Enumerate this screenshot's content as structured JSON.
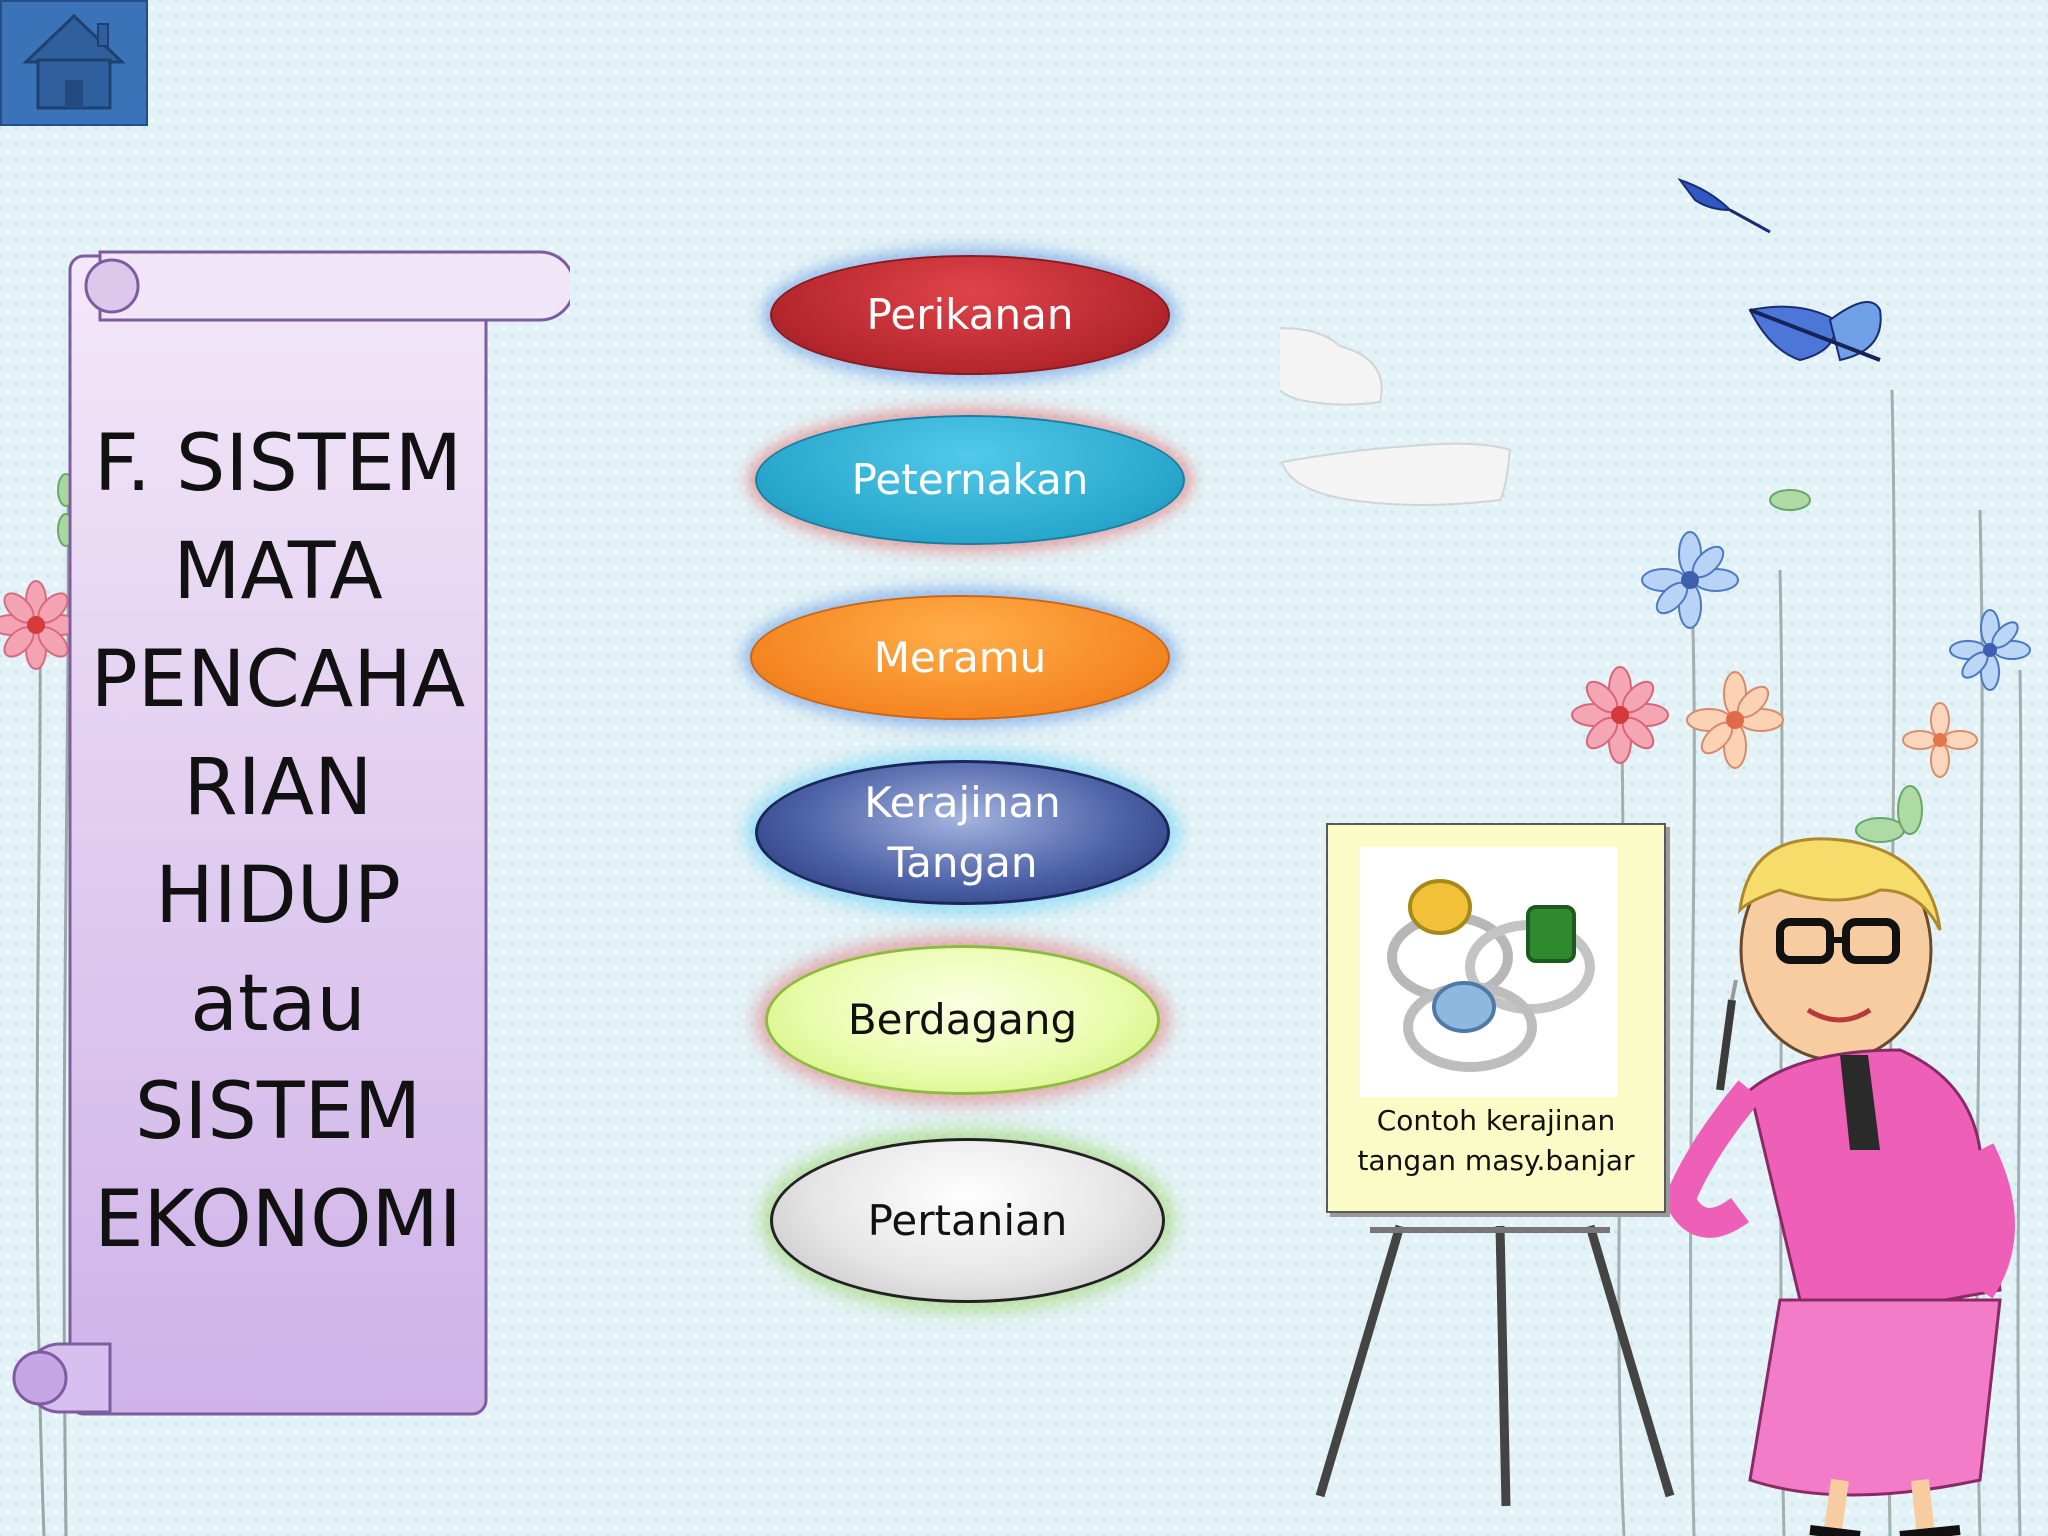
{
  "nav": {
    "home_icon": "house-icon"
  },
  "title": {
    "lines": [
      "F. SISTEM",
      "MATA",
      "PENCAHA",
      "RIAN",
      "HIDUP",
      "atau",
      "SISTEM",
      "EKONOMI"
    ]
  },
  "menu": {
    "items": [
      {
        "lines": [
          "Perikanan"
        ]
      },
      {
        "lines": [
          "Peternakan"
        ]
      },
      {
        "lines": [
          "Meramu"
        ]
      },
      {
        "lines": [
          "Kerajinan",
          "Tangan"
        ]
      },
      {
        "lines": [
          "Berdagang"
        ]
      },
      {
        "lines": [
          "Pertanian"
        ]
      }
    ]
  },
  "poster": {
    "caption_lines": [
      "Contoh kerajinan",
      "tangan masy.banjar"
    ]
  },
  "colors": {
    "background": "#e3f2f6",
    "scroll": "#e2cfee",
    "perikanan": "#b4262d",
    "peternakan": "#28a7cc",
    "meramu": "#f58622",
    "kerajinan": "#2b3b7c",
    "berdagang": "#eafcae",
    "pertanian": "#e6e6e6",
    "home_button": "#3a73b8"
  }
}
